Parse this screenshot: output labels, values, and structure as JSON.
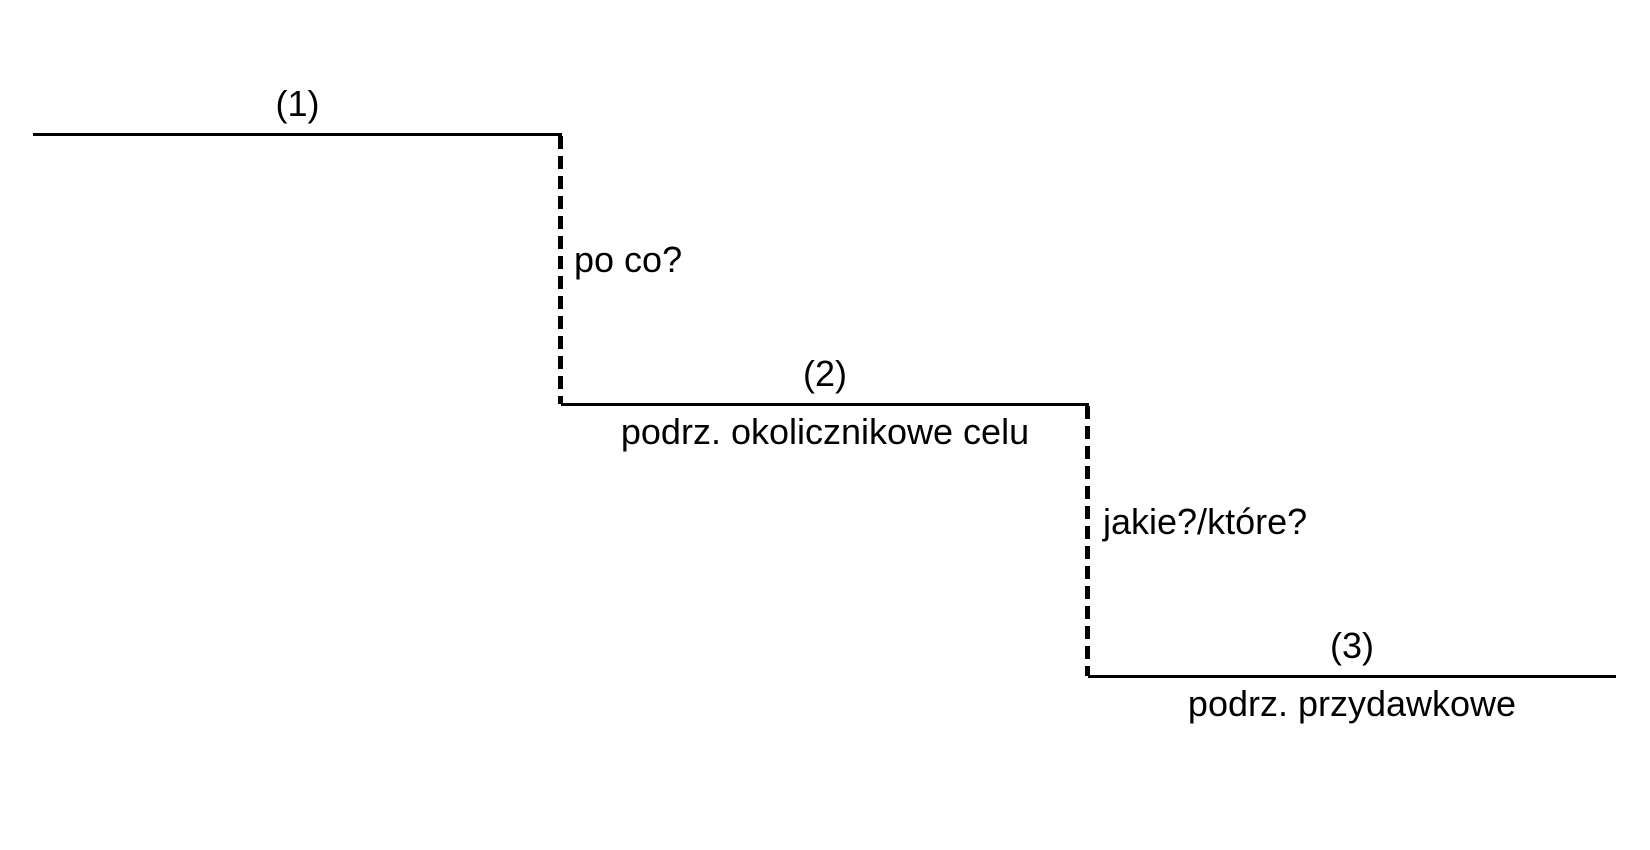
{
  "diagram": {
    "kind": "sentence-structure-staircase",
    "colors": {
      "background": "#ffffff",
      "line": "#000000",
      "text": "#000000"
    },
    "clauses": [
      {
        "number_label": "(1)"
      },
      {
        "number_label": "(2)",
        "type_label": "podrz. okolicznikowe celu"
      },
      {
        "number_label": "(3)",
        "type_label": "podrz. przydawkowe"
      }
    ],
    "connectors": [
      {
        "from_clause": "(1)",
        "to_clause": "(2)",
        "question_label": "po co?"
      },
      {
        "from_clause": "(2)",
        "to_clause": "(3)",
        "question_label": "jakie?/które?"
      }
    ]
  }
}
